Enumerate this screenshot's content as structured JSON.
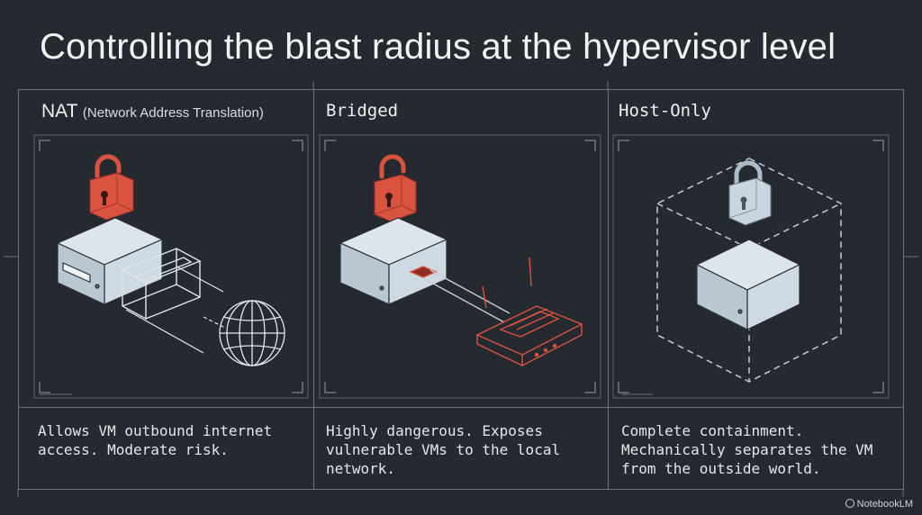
{
  "title": "Controlling the blast radius at the hypervisor level",
  "columns": [
    {
      "heading": "NAT",
      "heading_sub": "(Network Address Translation)",
      "description": "Allows VM outbound internet access. Moderate risk.",
      "icons": [
        "unlocked-padlock-icon",
        "server-icon",
        "tunnel-icon",
        "globe-icon"
      ]
    },
    {
      "heading": "Bridged",
      "description": "Highly dangerous. Exposes vulnerable VMs to the local network.",
      "icons": [
        "unlocked-padlock-icon",
        "server-icon",
        "cable-icon",
        "router-icon"
      ]
    },
    {
      "heading": "Host-Only",
      "description": "Complete containment. Mechanically separates the VM from the outside world.",
      "icons": [
        "locked-padlock-icon",
        "server-icon",
        "containment-cube-icon"
      ]
    }
  ],
  "brand": "NotebookLM",
  "colors": {
    "background": "#252a31",
    "accent_red": "#d9533f",
    "server_light": "#d7e1ea",
    "line_grey": "#6b737d"
  }
}
